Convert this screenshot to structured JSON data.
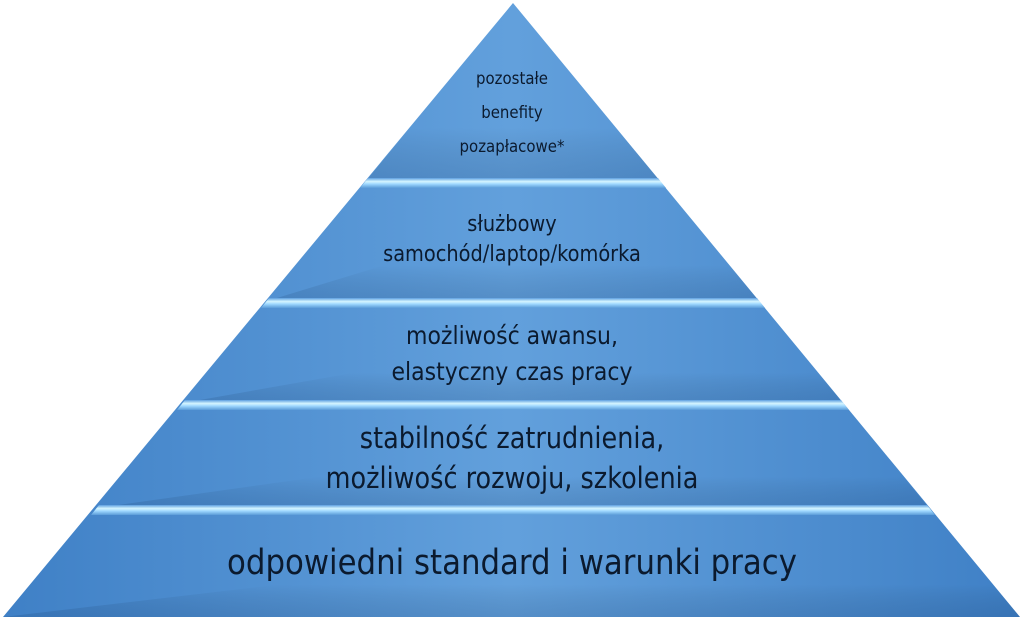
{
  "diagram": {
    "type": "pyramid",
    "colors": {
      "fill": "#4f8fd0",
      "fill_light": "#6aa6de",
      "separator_highlight": "#c8f0ff",
      "text": "#0b1a2e",
      "background": "#ffffff"
    },
    "levels": [
      {
        "level": 1,
        "position": "top",
        "lines": [
          "pozostałe",
          "benefity",
          "pozapłacowe*"
        ]
      },
      {
        "level": 2,
        "lines": [
          "służbowy",
          "samochód/laptop/komórka"
        ]
      },
      {
        "level": 3,
        "lines": [
          "możliwość awansu,",
          "elastyczny czas pracy"
        ]
      },
      {
        "level": 4,
        "lines": [
          "stabilność zatrudnienia,",
          "możliwość rozwoju, szkolenia"
        ]
      },
      {
        "level": 5,
        "position": "base",
        "lines": [
          "odpowiedni standard i warunki pracy"
        ]
      }
    ]
  }
}
